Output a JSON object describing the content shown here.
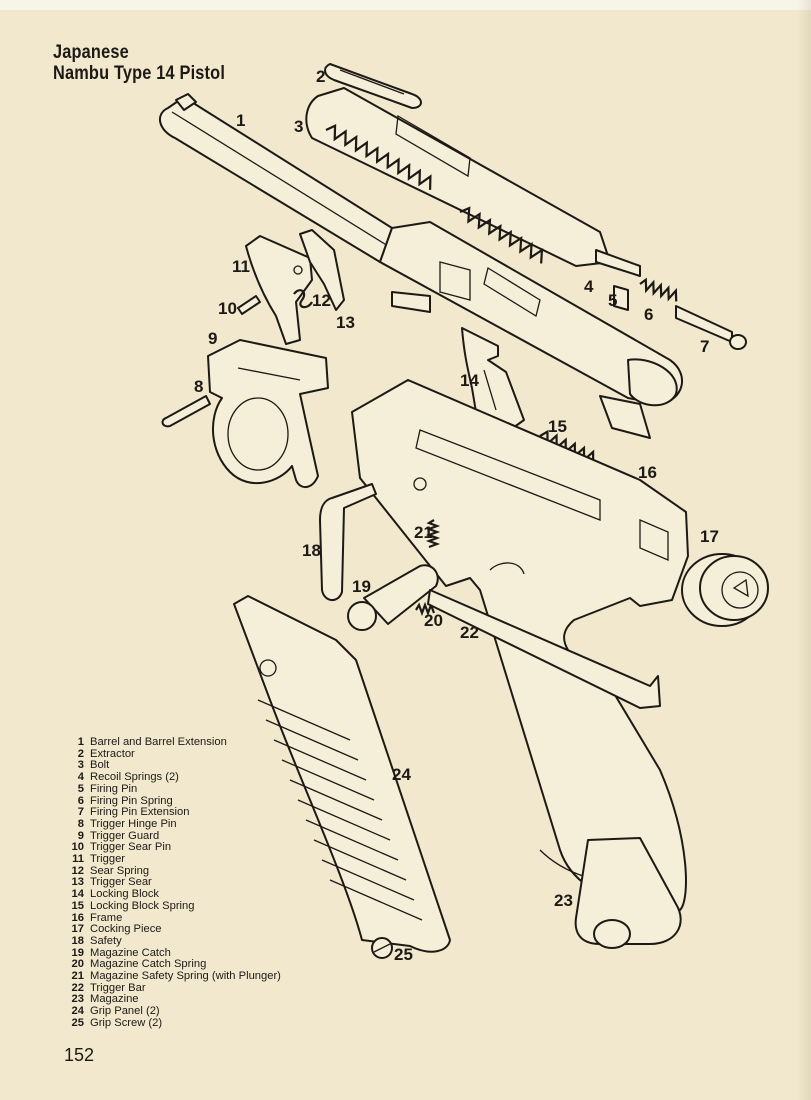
{
  "title": {
    "line1": "Japanese",
    "line2": "Nambu Type 14 Pistol"
  },
  "callouts": [
    "1",
    "2",
    "3",
    "4",
    "5",
    "6",
    "7",
    "8",
    "9",
    "10",
    "11",
    "12",
    "13",
    "14",
    "15",
    "16",
    "17",
    "18",
    "19",
    "20",
    "21",
    "22",
    "23",
    "24",
    "25"
  ],
  "legend": [
    {
      "num": "1",
      "label": "Barrel and Barrel Extension"
    },
    {
      "num": "2",
      "label": "Extractor"
    },
    {
      "num": "3",
      "label": "Bolt"
    },
    {
      "num": "4",
      "label": "Recoil Springs (2)"
    },
    {
      "num": "5",
      "label": "Firing Pin"
    },
    {
      "num": "6",
      "label": "Firing Pin Spring"
    },
    {
      "num": "7",
      "label": "Firing Pin Extension"
    },
    {
      "num": "8",
      "label": "Trigger Hinge Pin"
    },
    {
      "num": "9",
      "label": "Trigger Guard"
    },
    {
      "num": "10",
      "label": "Trigger Sear Pin"
    },
    {
      "num": "11",
      "label": "Trigger"
    },
    {
      "num": "12",
      "label": "Sear Spring"
    },
    {
      "num": "13",
      "label": "Trigger Sear"
    },
    {
      "num": "14",
      "label": "Locking Block"
    },
    {
      "num": "15",
      "label": "Locking Block Spring"
    },
    {
      "num": "16",
      "label": "Frame"
    },
    {
      "num": "17",
      "label": "Cocking Piece"
    },
    {
      "num": "18",
      "label": "Safety"
    },
    {
      "num": "19",
      "label": "Magazine Catch"
    },
    {
      "num": "20",
      "label": "Magazine Catch Spring"
    },
    {
      "num": "21",
      "label": "Magazine Safety Spring (with Plunger)"
    },
    {
      "num": "22",
      "label": "Trigger Bar"
    },
    {
      "num": "23",
      "label": "Magazine"
    },
    {
      "num": "24",
      "label": "Grip Panel (2)"
    },
    {
      "num": "25",
      "label": "Grip Screw (2)"
    }
  ],
  "page_number": "152",
  "colors": {
    "paper": "#f1e8cd",
    "ink": "#1d1a16",
    "part_fill": "#f5eed8"
  }
}
